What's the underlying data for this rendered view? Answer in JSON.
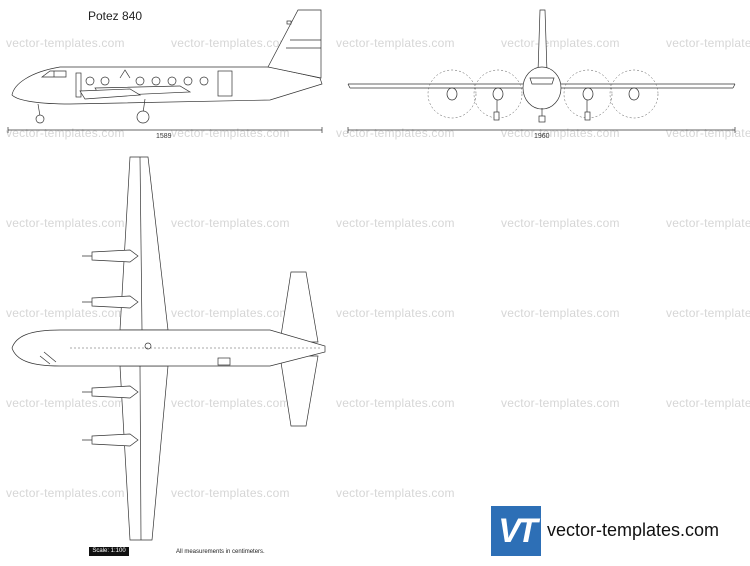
{
  "title": "Potez 840",
  "watermark": "vector-templates.com",
  "dimensions": {
    "side_length": "1589",
    "front_span": "1960"
  },
  "scale_label": "Scale: 1:100",
  "measurements_note": "All measurements in centimeters.",
  "brand": {
    "logo_text": "VT",
    "site": "vector-templates.com",
    "color": "#2d6fb6"
  }
}
